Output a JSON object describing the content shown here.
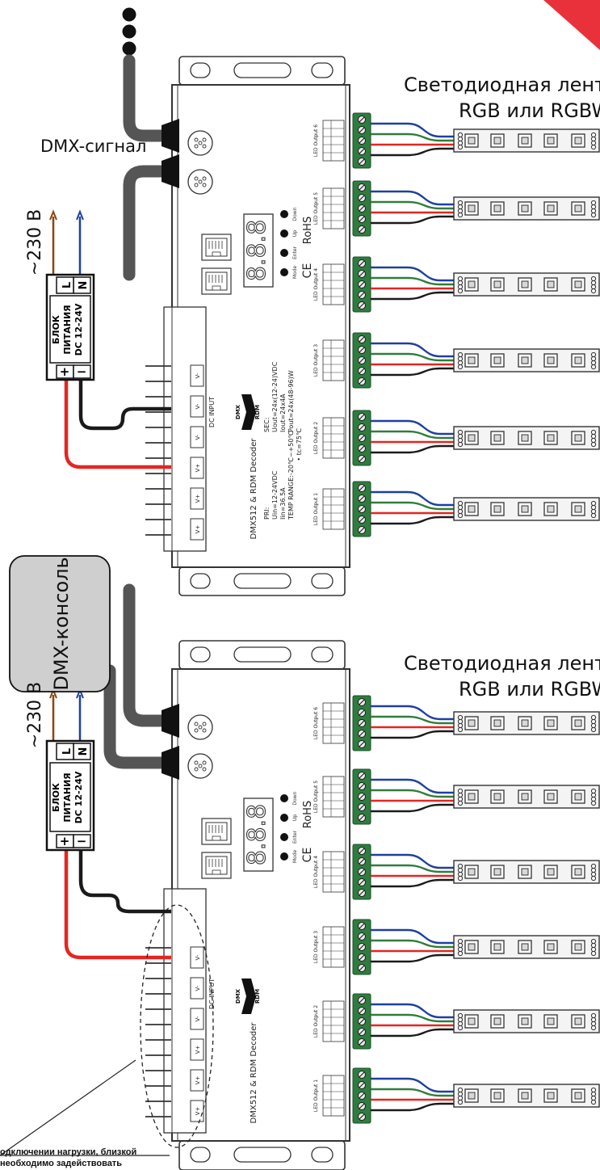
{
  "labels": {
    "strip_title_line1": "Светодиодная лента",
    "strip_title_line2": "RGB или RGBW",
    "dmx_signal": "DMX-сигнал",
    "dmx_console": "DMX-консоль",
    "voltage": "~230 В",
    "psu_line1": "БЛОК",
    "psu_line2": "ПИТАНИЯ",
    "psu_line3": "DC 12-24V",
    "psu_L": "L",
    "psu_N": "N",
    "psu_plus": "+",
    "psu_minus": "−"
  },
  "decoder": {
    "model": "DMX512 & RDM Decoder",
    "logo_top": "DMX",
    "logo_bottom": "RDM",
    "dc_input": "DC INPUT",
    "vplus": "V+",
    "vminus": "V-",
    "outputs": [
      "LED Output 1",
      "LED Output 2",
      "LED Output 3",
      "LED Output 4",
      "LED Output 5",
      "LED Output 6"
    ],
    "buttons": [
      "Down",
      "Up",
      "Enter",
      "Mode"
    ],
    "display": "8.8.8",
    "rohs": "RoHS",
    "ce": "CE",
    "pri_line1": "PRI:",
    "pri_line2": "Uin=12-24VDC",
    "pri_line3": "Iin=36.5A",
    "pri_line4": "TEMP RANGE:-20℃~+50℃",
    "sec_line1": "SEC:",
    "sec_line2": "Uout=24x(12-24)VDC",
    "sec_line3": "Iout=24x4A",
    "sec_line4": "Pout=24x(48-96)W",
    "tc": "• tc=75℃"
  },
  "note": {
    "line1": "одключении нагрузки, близкой",
    "line2": "необходимо задействовать"
  },
  "colors": {
    "accent_red": "#e8313a",
    "wire_red": "#e52521",
    "wire_blue": "#1f3fa0",
    "wire_green": "#2f7d3a",
    "wire_black": "#1a1a1a",
    "wire_brown": "#8b4513",
    "cable_grey": "#555555",
    "terminal_green": "#2e7d3f",
    "console_fill": "#cfcfcf"
  }
}
